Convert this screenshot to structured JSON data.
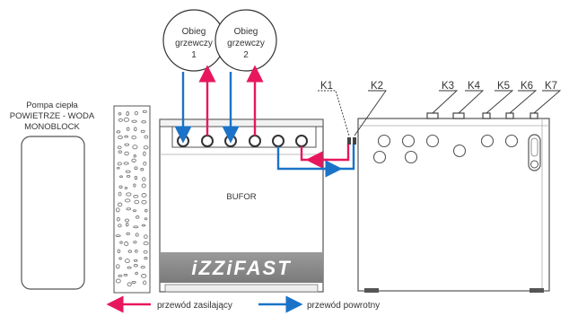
{
  "circuits": [
    {
      "line1": "Obieg",
      "line2": "grzewczy",
      "line3": "1"
    },
    {
      "line1": "Obieg",
      "line2": "grzewczy",
      "line3": "2"
    }
  ],
  "heat_pump": {
    "line1": "Pompa ciepła",
    "line2": "POWIETRZE - WODA",
    "line3": "MONOBLOCK"
  },
  "buffer": {
    "label": "BUFOR",
    "brand": "iZZiFAST"
  },
  "connectors": [
    "K1",
    "K2",
    "K3",
    "K4",
    "K5",
    "K6",
    "K7"
  ],
  "legend": {
    "supply": "przewód zasilający",
    "return": "przewód powrotny"
  },
  "colors": {
    "supply": "#e8175d",
    "return": "#1a73c8",
    "outline": "#555555"
  }
}
